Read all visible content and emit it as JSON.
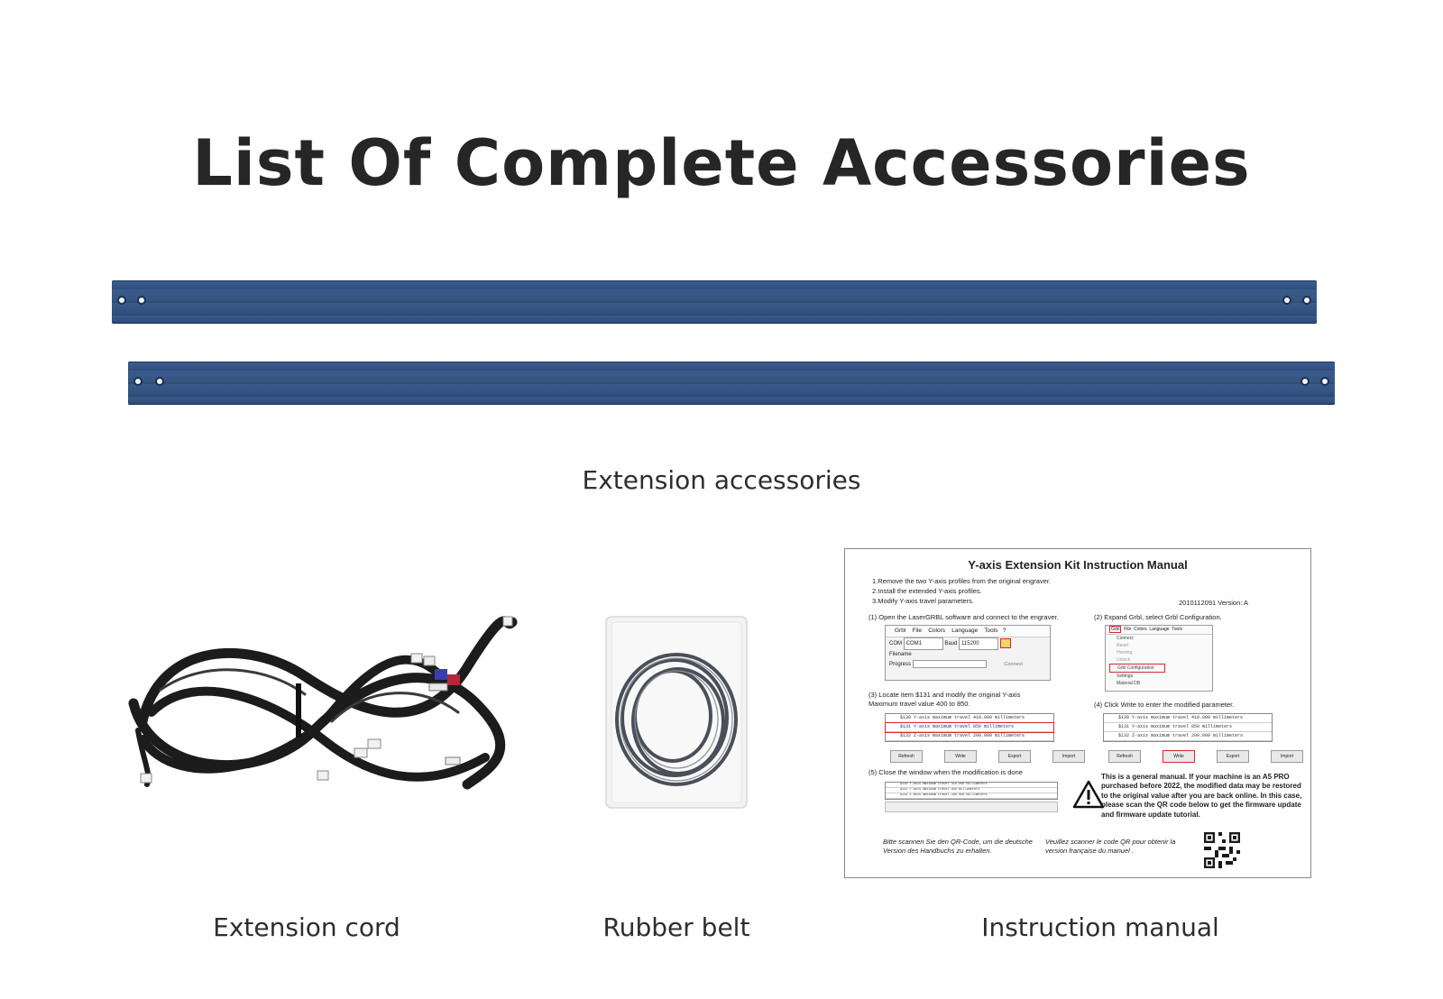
{
  "page": {
    "title": "List Of Complete Accessories"
  },
  "captions": {
    "extension_accessories": "Extension accessories",
    "extension_cord": "Extension cord",
    "rubber_belt": "Rubber belt",
    "instruction_manual": "Instruction manual"
  },
  "manual": {
    "title": "Y-axis Extension Kit Instruction Manual",
    "step_list": [
      "1.Remove the two Y-axis profiles from the original engraver.",
      "2.Install the extended Y-axis profiles.",
      "3.Modify Y-axis travel parameters."
    ],
    "version": "2010112091 Version: A",
    "step1": "(1) Open the LaserGRBL software and connect to the engraver.",
    "step2": "(2) Expand Grbl, select Grbl Configuration.",
    "step3_a": "(3) Locate item $131 and modify the original Y-axis",
    "step3_b": "Maximum travel value 400 to 850.",
    "step4": "(4)  Click Write to enter the modified parameter.",
    "step5": "(5)  Close the window when the modification is done",
    "menu": [
      "Grbl",
      "File",
      "Colors",
      "Language",
      "Tools",
      "?"
    ],
    "com_label": "COM",
    "com_value": "COM1",
    "baud_label": "Baud",
    "baud_value": "115200",
    "filename_label": "Filename",
    "progress_label": "Progress",
    "connect_label": "Connect",
    "grbl_menu": [
      "Connect",
      "Reset",
      "Homing",
      "Unlock",
      "Grbl Configuration",
      "Settings",
      "Material DB"
    ],
    "table_rows": [
      "$130  Y-axis maximum travel        410.000   millimeters",
      "$131  Y-axis maximum travel        850       millimeters",
      "$132  Z-axis maximum travel        200.000   millimeters"
    ],
    "buttons": [
      "Refresh",
      "Write",
      "Export",
      "Import"
    ],
    "warning": "This is a general manual. If your machine is an A5 PRO purchased before 2022, the modified data may be restored to the original value after you are back online. In this case, please scan the QR code below to get the firmware update and firmware update tutorial.",
    "german": "Bitte scannen Sie den QR-Code, um die deutsche Version des Handbuchs zu erhalten.",
    "french": "Veuillez scanner le code QR pour obtenir la version française du manuel ."
  },
  "colors": {
    "rail_blue": "#34547f",
    "title_text": "#262626",
    "highlight_red": "#d42a2a",
    "highlight_blue": "#1f6fd6"
  }
}
